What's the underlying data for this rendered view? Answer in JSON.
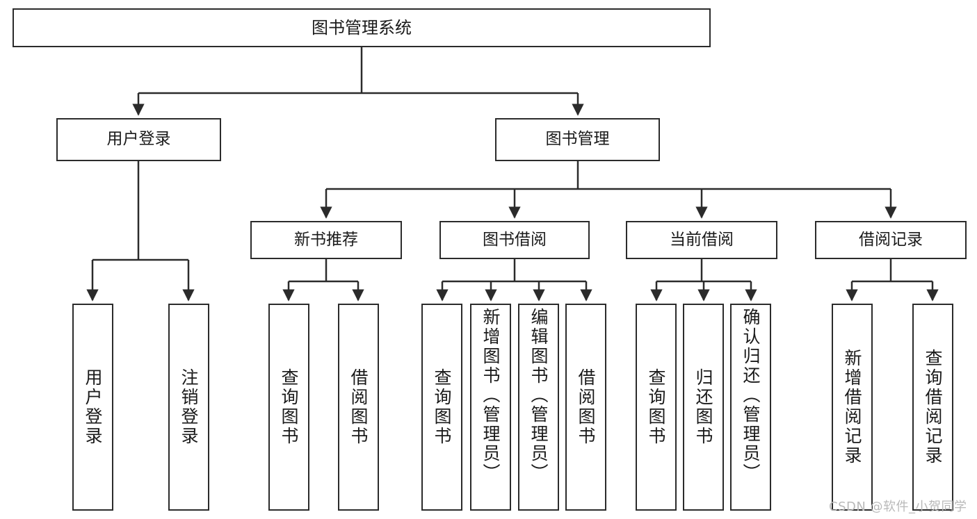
{
  "diagram": {
    "title": "图书管理系统",
    "watermark": "CSDN @软件_小贺同学",
    "colors": {
      "box_border": "#2b2b2b",
      "box_fill": "#ffffff",
      "edge": "#2b2b2b",
      "text": "#1a1a1a",
      "watermark": "#b9b9b9"
    },
    "root": {
      "label": "图书管理系统"
    },
    "level2": [
      {
        "label": "用户登录"
      },
      {
        "label": "图书管理"
      }
    ],
    "level3": [
      {
        "label": "新书推荐"
      },
      {
        "label": "图书借阅"
      },
      {
        "label": "当前借阅"
      },
      {
        "label": "借阅记录"
      }
    ],
    "leaves": {
      "user_login": [
        {
          "label": "用户登录"
        },
        {
          "label": "注销登录"
        }
      ],
      "new_book_recommend": [
        {
          "label": "查询图书"
        },
        {
          "label": "借阅图书"
        }
      ],
      "book_borrow": [
        {
          "label": "查询图书"
        },
        {
          "label": "新增图书（管理员）"
        },
        {
          "label": "编辑图书（管理员）"
        },
        {
          "label": "借阅图书"
        }
      ],
      "current_borrow": [
        {
          "label": "查询图书"
        },
        {
          "label": "归还图书"
        },
        {
          "label": "确认归还（管理员）"
        }
      ],
      "borrow_record": [
        {
          "label": "新增借阅记录"
        },
        {
          "label": "查询借阅记录"
        }
      ]
    }
  }
}
